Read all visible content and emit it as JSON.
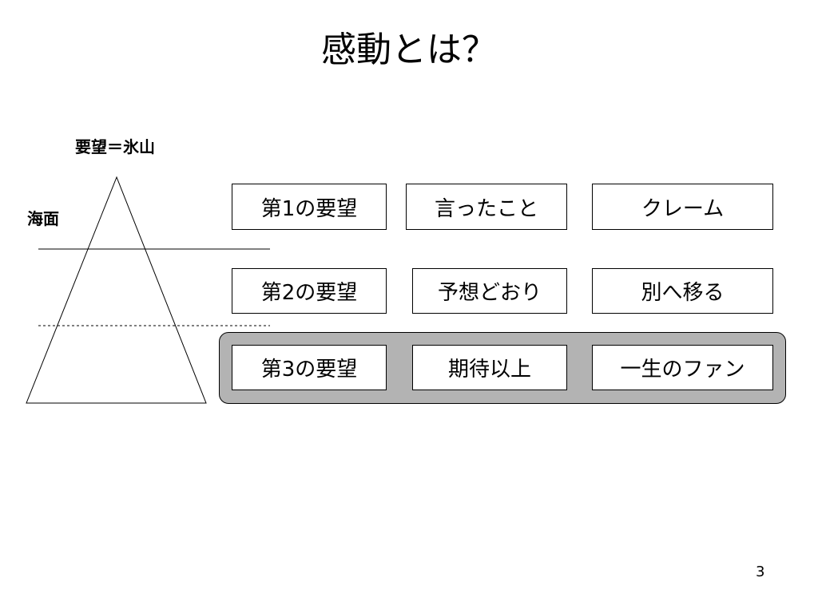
{
  "slide": {
    "title": "感動とは？",
    "page_number": "3"
  },
  "iceberg": {
    "label": "要望＝氷山",
    "sea_label": "海面"
  },
  "rows": [
    {
      "level": "第1の要望",
      "meaning": "言ったこと",
      "result": "クレーム"
    },
    {
      "level": "第2の要望",
      "meaning": "予想どおり",
      "result": "別へ移る"
    },
    {
      "level": "第3の要望",
      "meaning": "期待以上",
      "result": "一生のファン",
      "highlighted": true
    }
  ],
  "colors": {
    "highlight_panel": "#b3b3b3"
  }
}
